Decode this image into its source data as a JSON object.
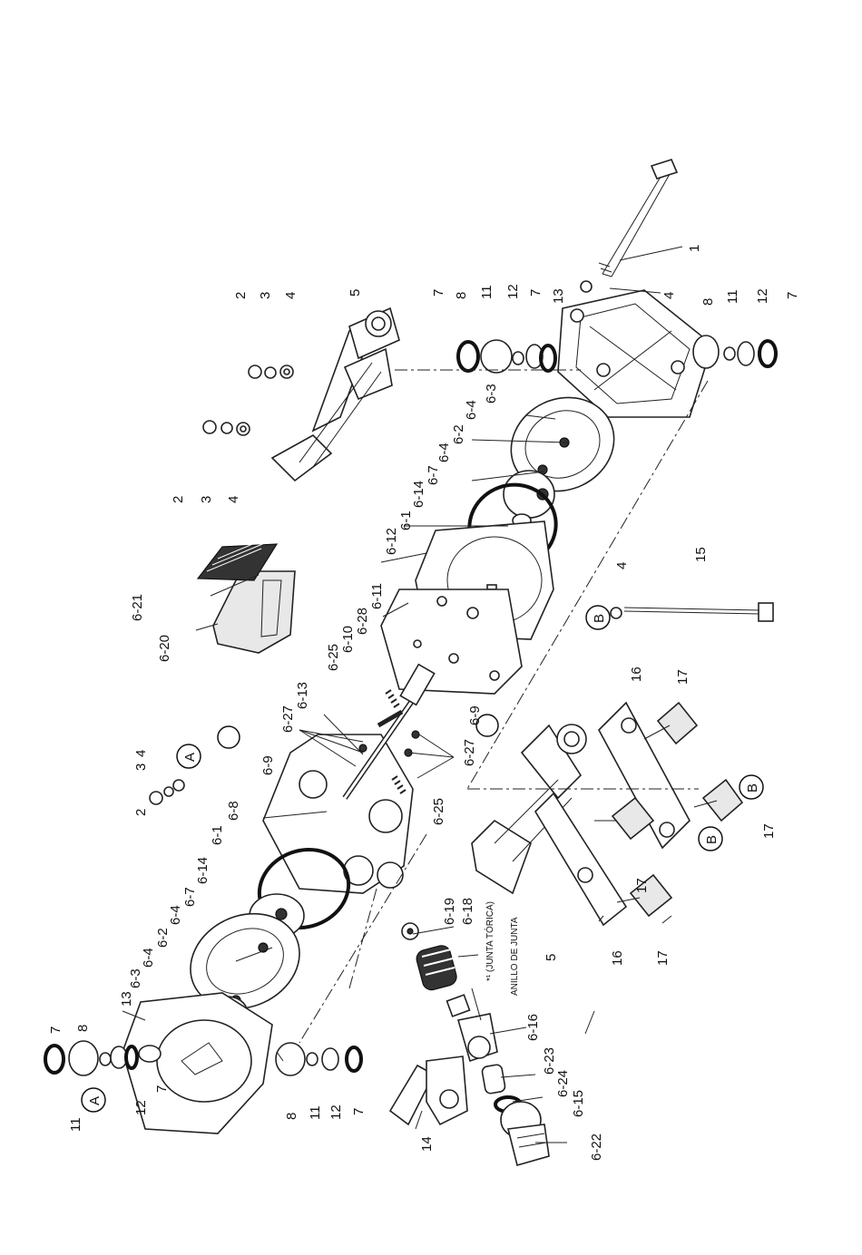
{
  "labels": {
    "p1": "1",
    "p2": "2",
    "p3": "3",
    "p4": "4",
    "p5": "5",
    "p7": "7",
    "p8": "8",
    "p11": "11",
    "p12": "12",
    "p13": "13",
    "p14": "14",
    "p15": "15",
    "p16": "16",
    "p17": "17",
    "p6_1": "6-1",
    "p6_2": "6-2",
    "p6_3": "6-3",
    "p6_4": "6-4",
    "p6_7": "6-7",
    "p6_8": "6-8",
    "p6_9": "6-9",
    "p6_10": "6-10",
    "p6_11": "6-11",
    "p6_12": "6-12",
    "p6_13": "6-13",
    "p6_14": "6-14",
    "p6_15": "6-15",
    "p6_16": "6-16",
    "p6_18": "6-18",
    "p6_19": "6-19",
    "p6_20": "6-20",
    "p6_21": "6-21",
    "p6_22": "6-22",
    "p6_23": "6-23",
    "p6_24": "6-24",
    "p6_25": "6-25",
    "p6_27": "6-27",
    "p6_28": "6-28"
  },
  "markers": {
    "a": "A",
    "b": "B"
  },
  "notes": {
    "junta_torica": "*¹ (JUNTA TÓRICA)",
    "anillo_de_junta": "ANILLO DE JUNTA"
  },
  "colors": {
    "ink": "#111111",
    "paper": "#ffffff",
    "shade": "#e8e8e8"
  }
}
